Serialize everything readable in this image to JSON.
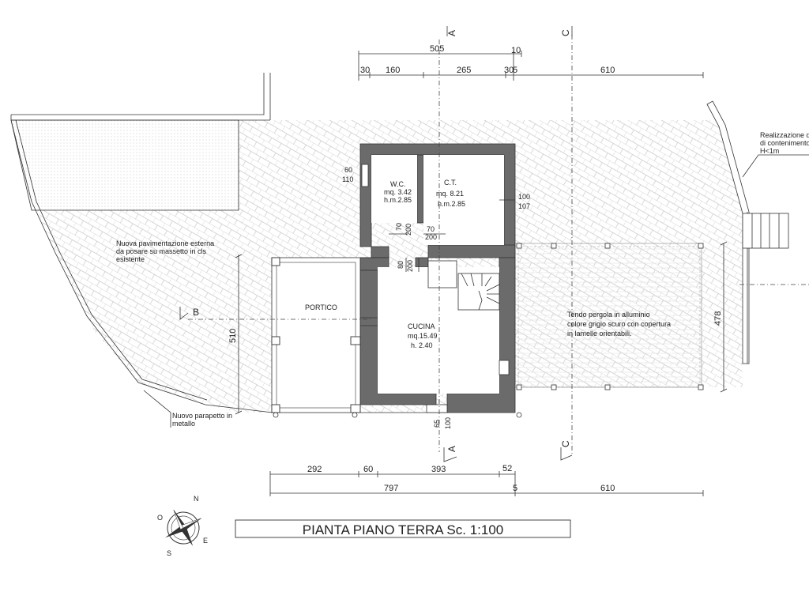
{
  "title": "PIANTA PIANO TERRA Sc. 1:100",
  "top_dims_row1": [
    "505",
    "10"
  ],
  "top_dims_row2": [
    "30",
    "160",
    "265",
    "30",
    "5",
    "610"
  ],
  "bottom_dims_row1": [
    "292",
    "60",
    "393",
    "52"
  ],
  "bottom_dims_row2": [
    "797",
    "5",
    "610"
  ],
  "side_dims": {
    "left": "510",
    "right": "478"
  },
  "sections": {
    "a_top": "A",
    "c_top": "C",
    "a_bottom": "A",
    "c_bottom": "C",
    "b": "B"
  },
  "rooms": {
    "wc": {
      "name": "W.C.",
      "area": "mq. 3.42",
      "height": "h.m.2.85"
    },
    "ct": {
      "name": "C.T.",
      "area": "mq. 8.21",
      "height": "h.m.2.85"
    },
    "portico": {
      "name": "PORTICO"
    },
    "cucina": {
      "name": "CUCINA",
      "area": "mq.15.49",
      "height": "h. 2.40"
    }
  },
  "openings": {
    "wc_window_w": "60",
    "wc_window_h": "110",
    "ct_window_w": "100",
    "ct_window_h": "107",
    "wc_door_w": "70",
    "wc_door_h": "200",
    "ct_door_w": "70",
    "ct_door_h": "200",
    "cucina_door_w": "80",
    "cucina_door_h": "200",
    "cucina_window_w": "65",
    "cucina_window_h": "100"
  },
  "notes": {
    "pavement_1": "Nuova pavimentazione esterna",
    "pavement_2": "da posare su massetto in cls",
    "pavement_3": "esistente",
    "parapet_1": "Nuovo parapetto in",
    "parapet_2": "metallo",
    "pergola_1": "Tendo pergola in alluminio",
    "pergola_2": "colore grigio scuro con copertura",
    "pergola_3": "in lamelle orientabili.",
    "wall_1": "Realizzazione di",
    "wall_2": "di contenimento",
    "wall_3": "H<1m"
  },
  "compass": {
    "n": "N",
    "e": "E",
    "s": "S",
    "o": "O"
  }
}
